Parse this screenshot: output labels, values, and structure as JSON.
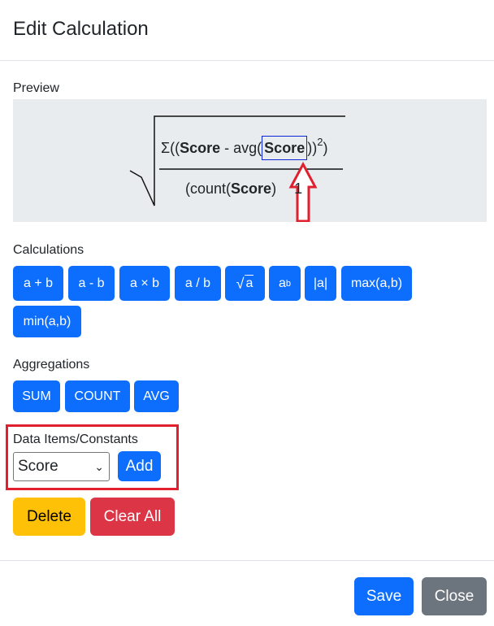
{
  "modal": {
    "title": "Edit Calculation"
  },
  "preview": {
    "label": "Preview",
    "formula": {
      "sigma": "Σ((",
      "field1": "Score",
      "minus": " - ",
      "avg_fn": "avg(",
      "field2": "Score",
      "close": "))",
      "exp": "2",
      "close2": ")",
      "den_open": "(count(",
      "den_field": "Score",
      "den_close": ")",
      "den_tail": "1"
    }
  },
  "calculations": {
    "label": "Calculations",
    "buttons": {
      "add": "a + b",
      "subtract": "a - b",
      "multiply": "a × b",
      "divide": "a / b",
      "sqrt_glyph": "√",
      "sqrt_var": "a",
      "power_base": "a",
      "power_exp": "b",
      "abs": "|a|",
      "max": "max(a,b)",
      "min": "min(a,b)"
    }
  },
  "aggregations": {
    "label": "Aggregations",
    "buttons": {
      "sum": "SUM",
      "count": "COUNT",
      "avg": "AVG"
    }
  },
  "data_items": {
    "label": "Data Items/Constants",
    "selected": "Score",
    "add_label": "Add"
  },
  "actions": {
    "delete": "Delete",
    "clear_all": "Clear All"
  },
  "footer": {
    "save": "Save",
    "close": "Close"
  },
  "colors": {
    "primary": "#0d6efd",
    "warning": "#ffc107",
    "danger": "#dc3545",
    "secondary": "#6c757d",
    "annotation_red": "#e0202e"
  }
}
